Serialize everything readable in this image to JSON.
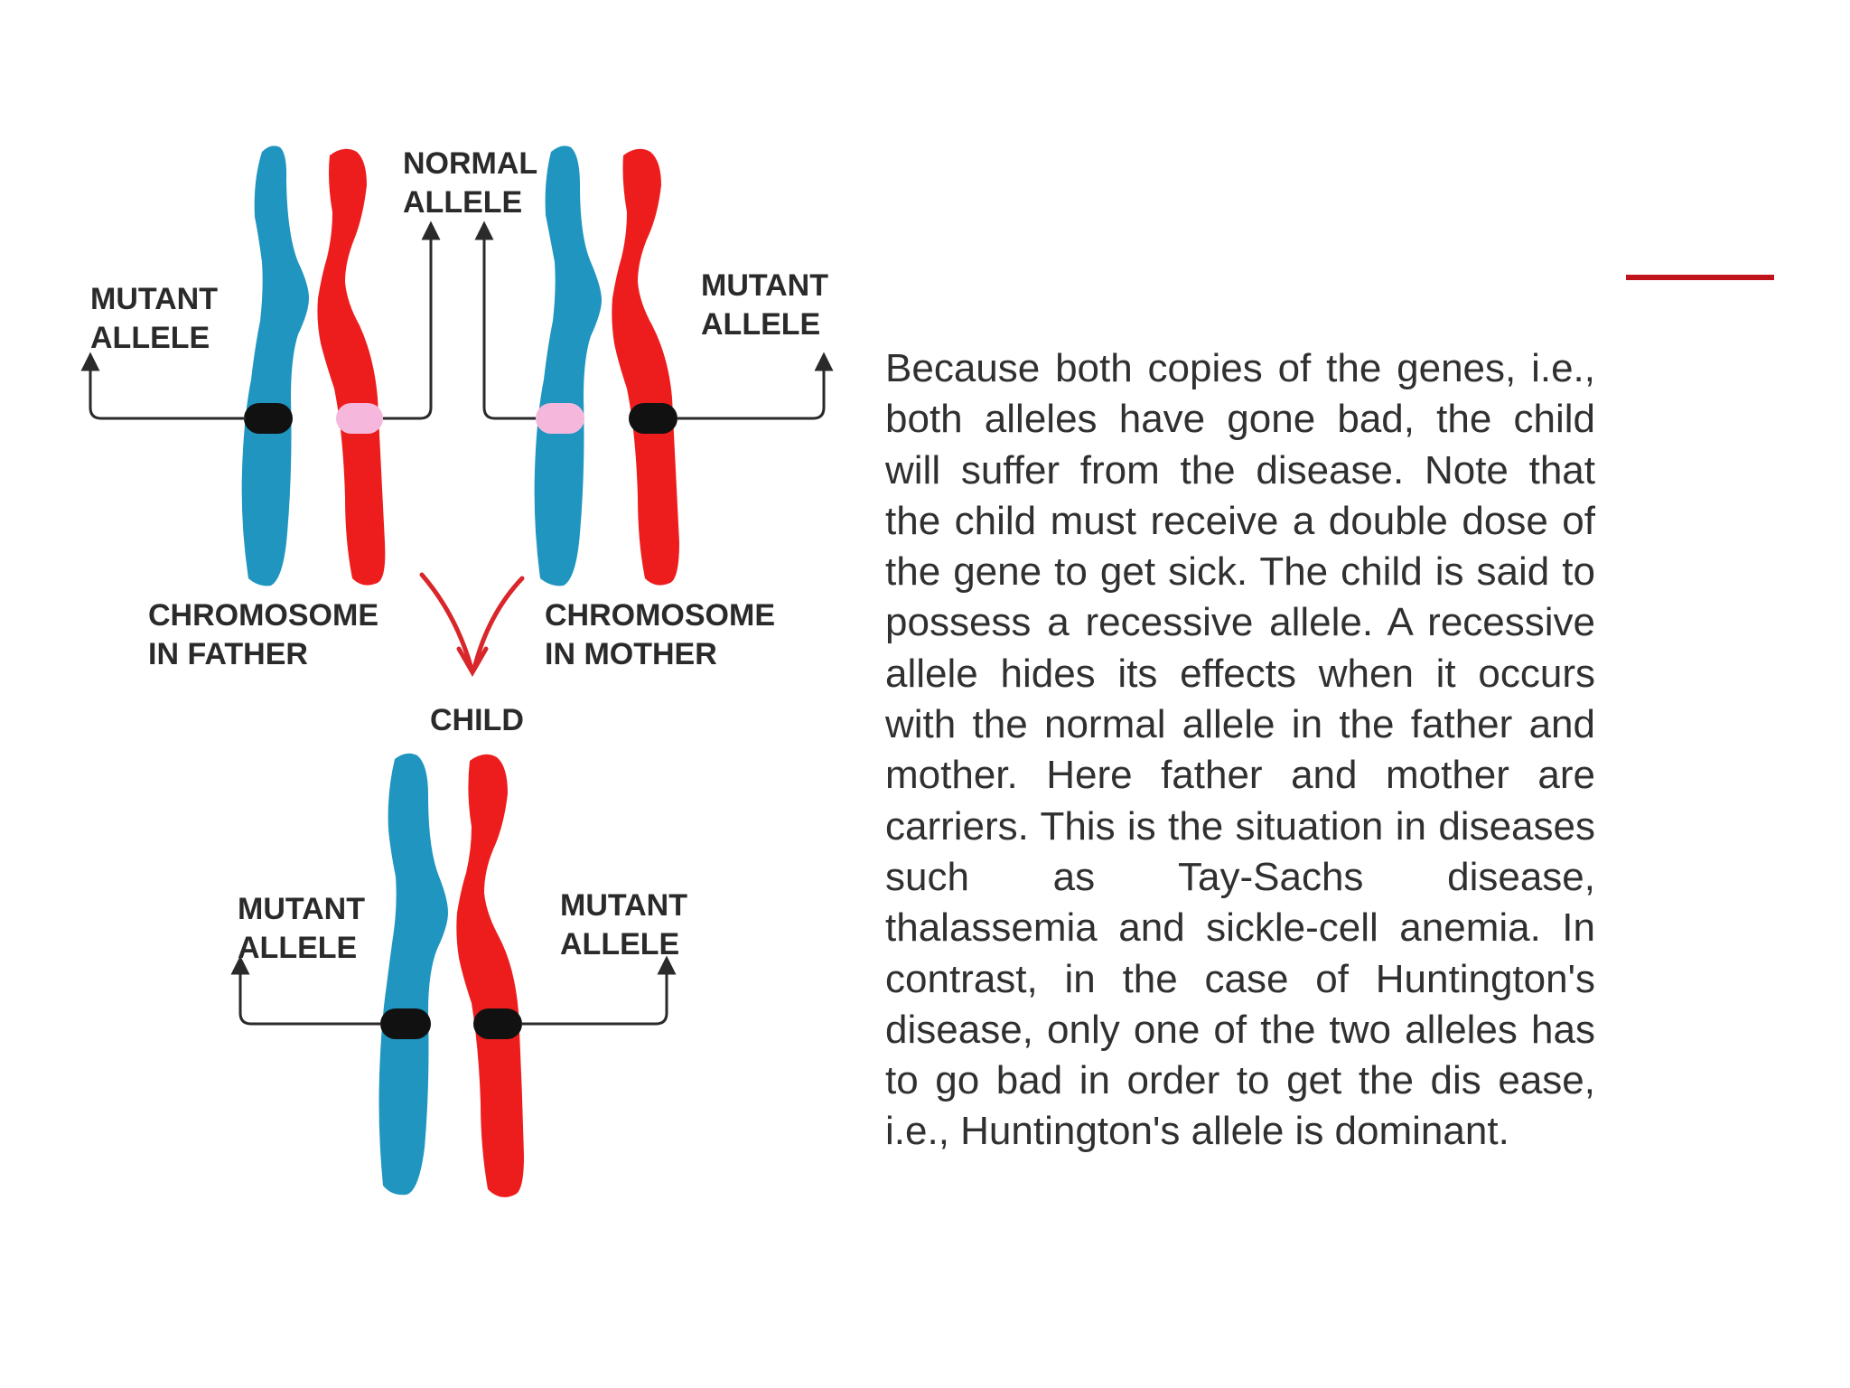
{
  "colors": {
    "paternal_chromosome": "#1f95bf",
    "maternal_chromosome": "#ee1d1d",
    "mutant_band": "#111111",
    "normal_band": "#f5b8dc",
    "accent_line": "#c0141b",
    "label_text": "#2a2a2a",
    "body_text": "#303030"
  },
  "diagram": {
    "label_normal_allele_line1": "NORMAL",
    "label_normal_allele_line2": "ALLELE",
    "label_father_mutant_line1": "MUTANT",
    "label_father_mutant_line2": "ALLELE",
    "label_mother_mutant_line1": "MUTANT",
    "label_mother_mutant_line2": "ALLELE",
    "label_father_line1": "CHROMOSOME",
    "label_father_line2": "IN FATHER",
    "label_mother_line1": "CHROMOSOME",
    "label_mother_line2": "IN MOTHER",
    "label_child": "CHILD",
    "label_child_left_mutant_line1": "MUTANT",
    "label_child_left_mutant_line2": "ALLELE",
    "label_child_right_mutant_line1": "MUTANT",
    "label_child_right_mutant_line2": "ALLELE"
  },
  "text": {
    "paragraph": "Because both copies of the genes, i.e., both alleles have gone bad, the child will suffer from the disease. Note that the child must receive a double dose of the gene to get sick. The child is said to possess a recessive allele. A recessive allele hides its effects when it occurs with the normal allele in the father and mother. Here father and mother are carriers. This is the situation in diseases such as Tay-Sachs disease, thalassemia and sickle-cell anemia. In contrast, in the case of Huntington's disease, only one of the two alleles has to go bad in order to get the dis ease, i.e., Huntington's allele is dominant."
  }
}
